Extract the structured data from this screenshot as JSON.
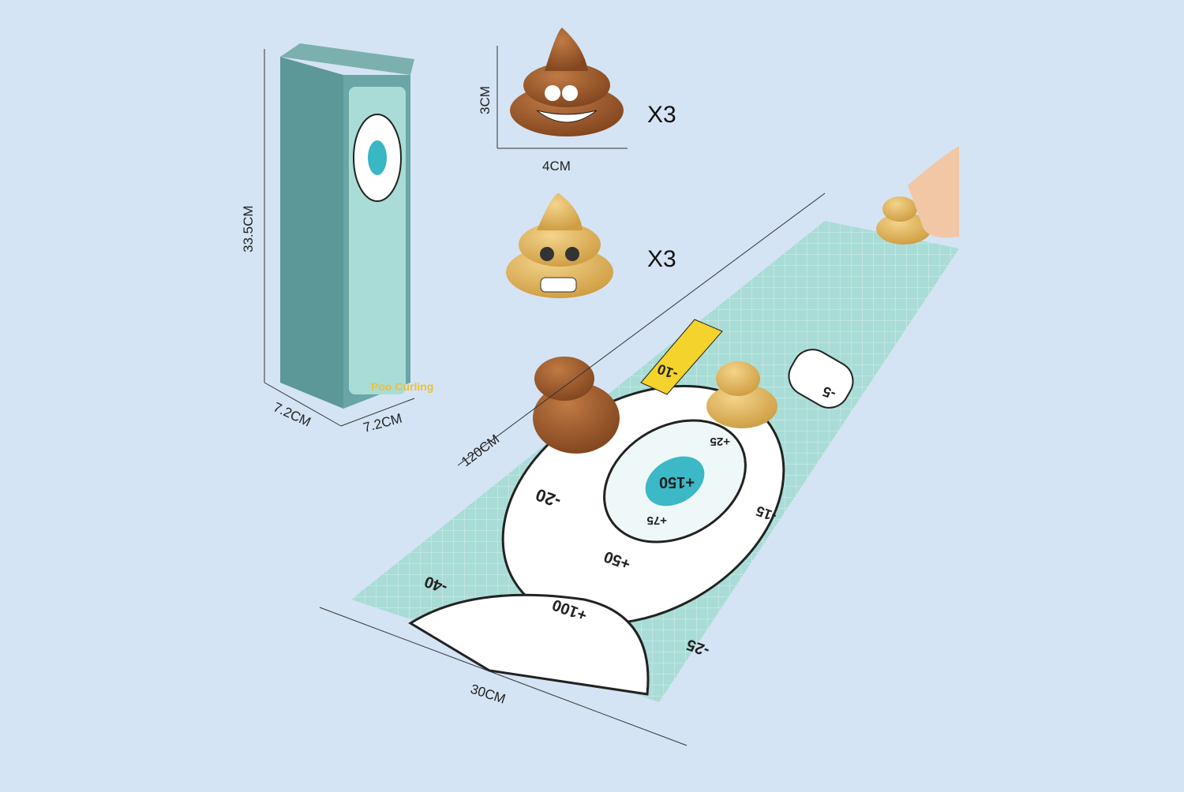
{
  "product": {
    "box": {
      "brand_text": "Poo Curling",
      "height_label": "33.5CM",
      "width_label": "7.2CM",
      "depth_label": "7.2CM"
    },
    "piece_size": {
      "height_label": "3CM",
      "width_label": "4CM"
    },
    "pieces": [
      {
        "color": "brown",
        "quantity_label": "X3"
      },
      {
        "color": "yellow",
        "quantity_label": "X3"
      }
    ],
    "mat": {
      "length_label": "120CM",
      "width_label": "30CM",
      "scores": [
        "+150",
        "+75",
        "+25",
        "+50",
        "+100",
        "-40",
        "-20",
        "-15",
        "-25",
        "-10",
        "-5"
      ]
    }
  },
  "colors": {
    "background": "#d4e4f4",
    "box": "#5f9c9c",
    "mat": "#a9dcd6",
    "brown": "#9a5a2e",
    "yellow": "#e2b85c"
  }
}
